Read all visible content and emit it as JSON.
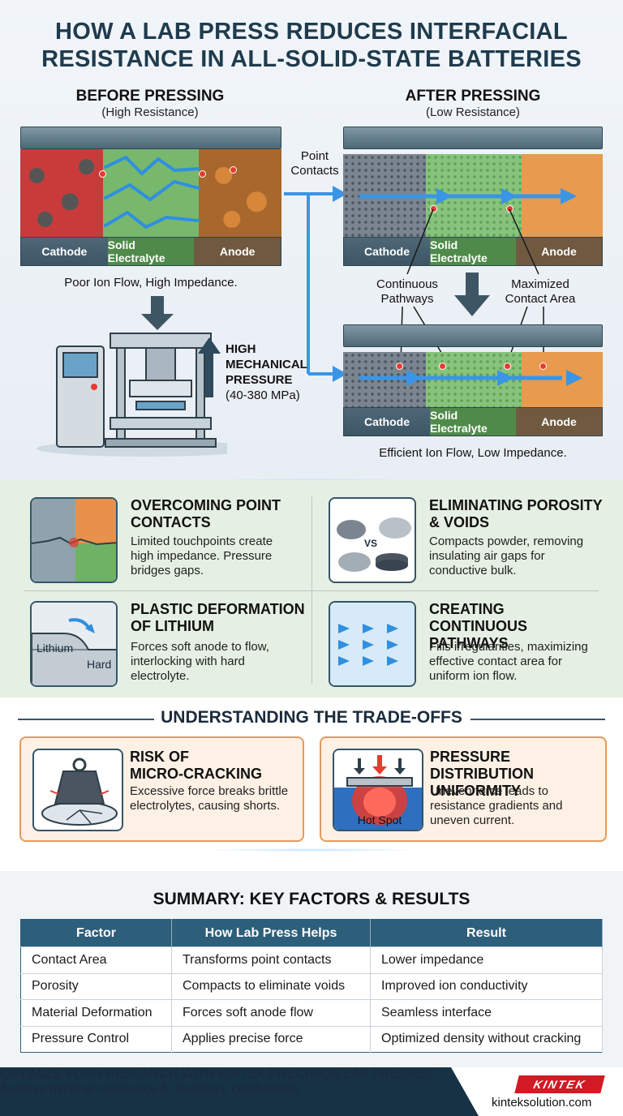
{
  "title": [
    "HOW A LAB PRESS REDUCES INTERFACIAL",
    "RESISTANCE IN ALL-SOLID-STATE BATTERIES"
  ],
  "before": {
    "heading": "BEFORE PRESSING",
    "sub": "(High Resistance)",
    "caption": "Poor Ion Flow, High Impedance."
  },
  "after": {
    "heading": "AFTER PRESSING",
    "sub": "(Low Resistance)",
    "caption": "Efficient Ion Flow, Low Impedance."
  },
  "layers": {
    "cathode": "Cathode",
    "electrolyte": "Solid Electralyte",
    "anode": "Anode"
  },
  "annotations": {
    "point_contacts": [
      "Point",
      "Contacts"
    ],
    "continuous": [
      "Continuous",
      "Pathways"
    ],
    "maximized": [
      "Maximized",
      "Contact Area"
    ]
  },
  "press": {
    "label": [
      "HIGH",
      "MECHANICAL",
      "PRESSURE"
    ],
    "range": "(40-380 MPa)"
  },
  "cards": [
    {
      "title": [
        "OVERCOMING POINT",
        "CONTACTS"
      ],
      "body": [
        "Limited touchpoints create",
        "high impedance. Pressure",
        "bridges gaps."
      ]
    },
    {
      "title": [
        "ELIMINATING POROSITY",
        "& VOIDS"
      ],
      "body": [
        "Compacts powder, removing",
        "insulating air gaps for",
        "conductive bulk."
      ],
      "icon_text": "VS"
    },
    {
      "title": [
        "PLASTIC DEFORMATION",
        "OF LITHIUM"
      ],
      "body": [
        "Forces soft anode to flow,",
        "interlocking with hard",
        "electrolyte."
      ],
      "icon_text": [
        "Lithium",
        "Hard"
      ]
    },
    {
      "title": [
        "CREATING CONTINUOUS",
        "PATHWAYS"
      ],
      "body": [
        "Fills irregularities, maximizing",
        "effective contact area for",
        "uniform ion flow."
      ]
    }
  ],
  "tradeoffs": {
    "heading": "UNDERSTANDING THE TRADE-OFFS",
    "items": [
      {
        "title": [
          "RISK OF",
          "MICRO-CRACKING"
        ],
        "body": [
          "Excessive force breaks brittle",
          "electrolytes, causing shorts."
        ]
      },
      {
        "title": [
          "PRESSURE DISTRIBUTION",
          "UNIFORMITY"
        ],
        "body": [
          "Uneven force leads to",
          "resistance gradients and",
          "uneven current."
        ],
        "icon_text": "Hot Spot"
      }
    ]
  },
  "summary": {
    "heading": "SUMMARY: KEY FACTORS & RESULTS",
    "columns": [
      "Factor",
      "How Lab Press Helps",
      "Result"
    ],
    "rows": [
      [
        "Contact Area",
        "Transforms point contacts",
        "Lower impedance"
      ],
      [
        "Porosity",
        "Compacts to eliminate voids",
        "Improved ion conductivity"
      ],
      [
        "Material Deformation",
        "Forces soft anode flow",
        "Seamless interface"
      ],
      [
        "Pressure Control",
        "Applies precise force",
        "Optimized density without cracking"
      ]
    ]
  },
  "footer": {
    "line1": "OPTIMIZE YOUR RESEARCH WITH KINTEK PRECISION LAB PRESSES.",
    "line2": "Achieve minimal resistance & maximize conductivity.",
    "logo": "KINTEK",
    "site": "kinteksolution.com"
  },
  "colors": {
    "primary": "#1f3b4d",
    "accent_orange": "#e59a5c",
    "table_header": "#2d5e7a",
    "arrow_blue": "#2f8fe0",
    "dot_red": "#e63b2e"
  }
}
